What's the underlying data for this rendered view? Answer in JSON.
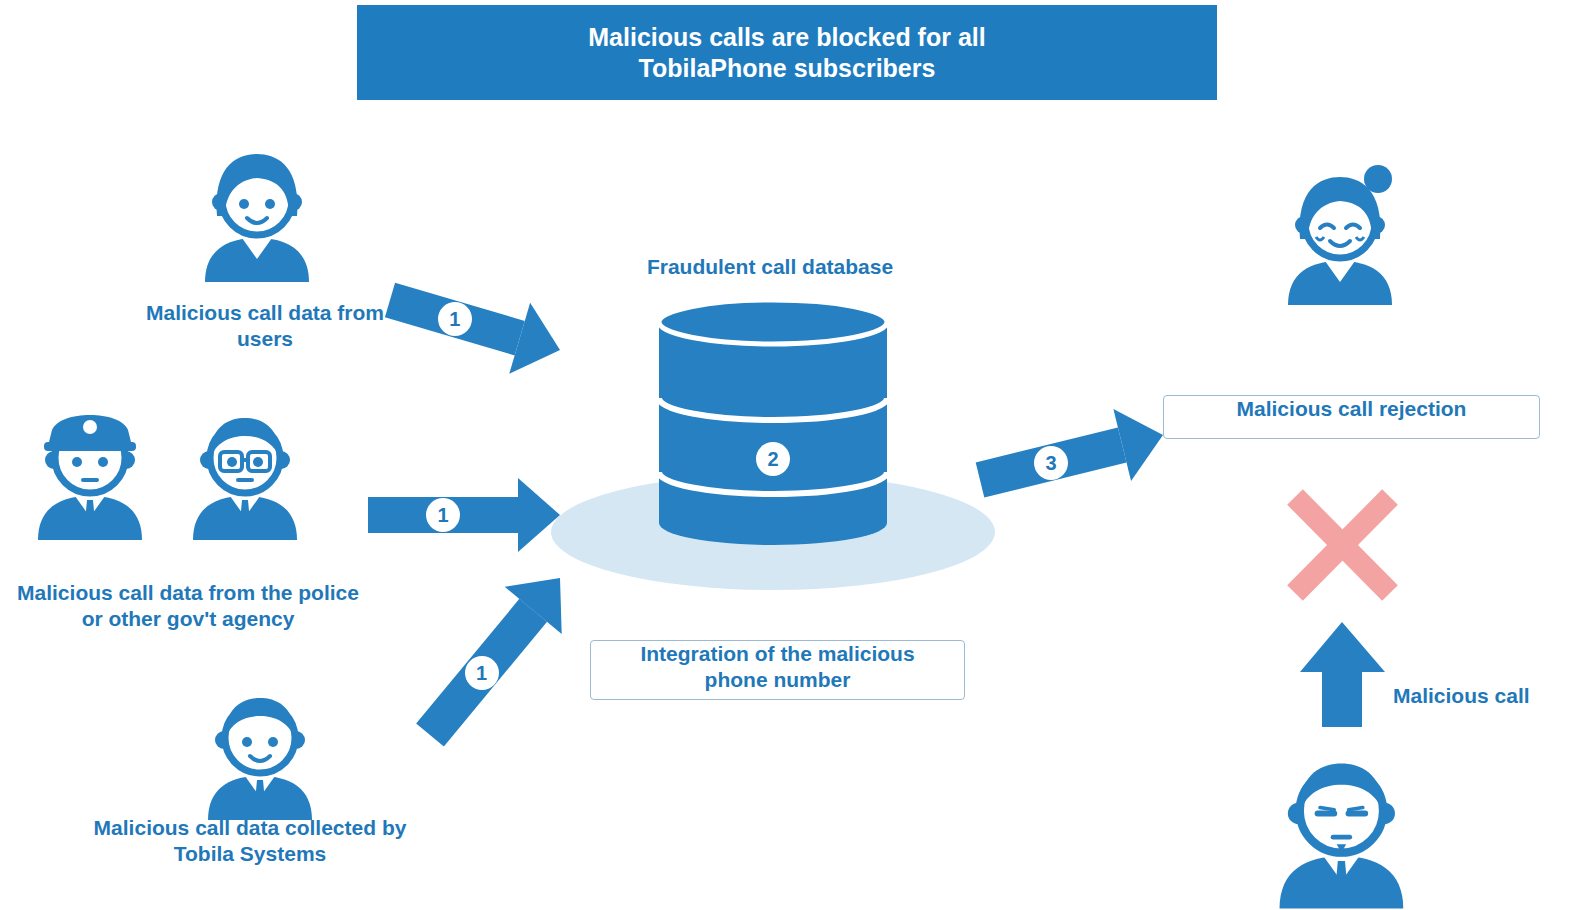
{
  "diagram": {
    "title": "Malicious calls are blocked for all TobilaPhone subscribers",
    "nodes": [
      {
        "text": [
          "Malicious call data from users"
        ]
      },
      {
        "text": [
          "Malicious call data from the police or other gov't agency"
        ]
      },
      {
        "text": [
          "Malicious call data collected by Tobila Systems"
        ]
      },
      {
        "text": [
          "Fraudulent call database",
          "2"
        ]
      },
      {
        "text": [
          "Integration of the malicious phone number"
        ]
      },
      {
        "text": [
          "Malicious call rejection"
        ]
      }
    ],
    "edges": [
      {
        "from": 0,
        "to": 3,
        "label": "1",
        "arrow": "to"
      },
      {
        "from": 1,
        "to": 3,
        "label": "1",
        "arrow": "to"
      },
      {
        "from": 2,
        "to": 3,
        "label": "1",
        "arrow": "to"
      },
      {
        "from": 3,
        "to": 5,
        "label": "3",
        "arrow": "to"
      }
    ],
    "labels": [
      "Malicious call"
    ]
  }
}
